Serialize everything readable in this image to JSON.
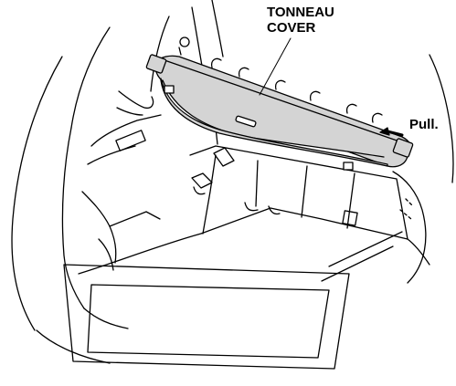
{
  "callouts": {
    "tonneau_line1": "TONNEAU",
    "tonneau_line2": "COVER",
    "pull": "Pull."
  },
  "colors": {
    "line": "#000000",
    "cover_fill": "#d4d4d4",
    "background": "#ffffff"
  }
}
